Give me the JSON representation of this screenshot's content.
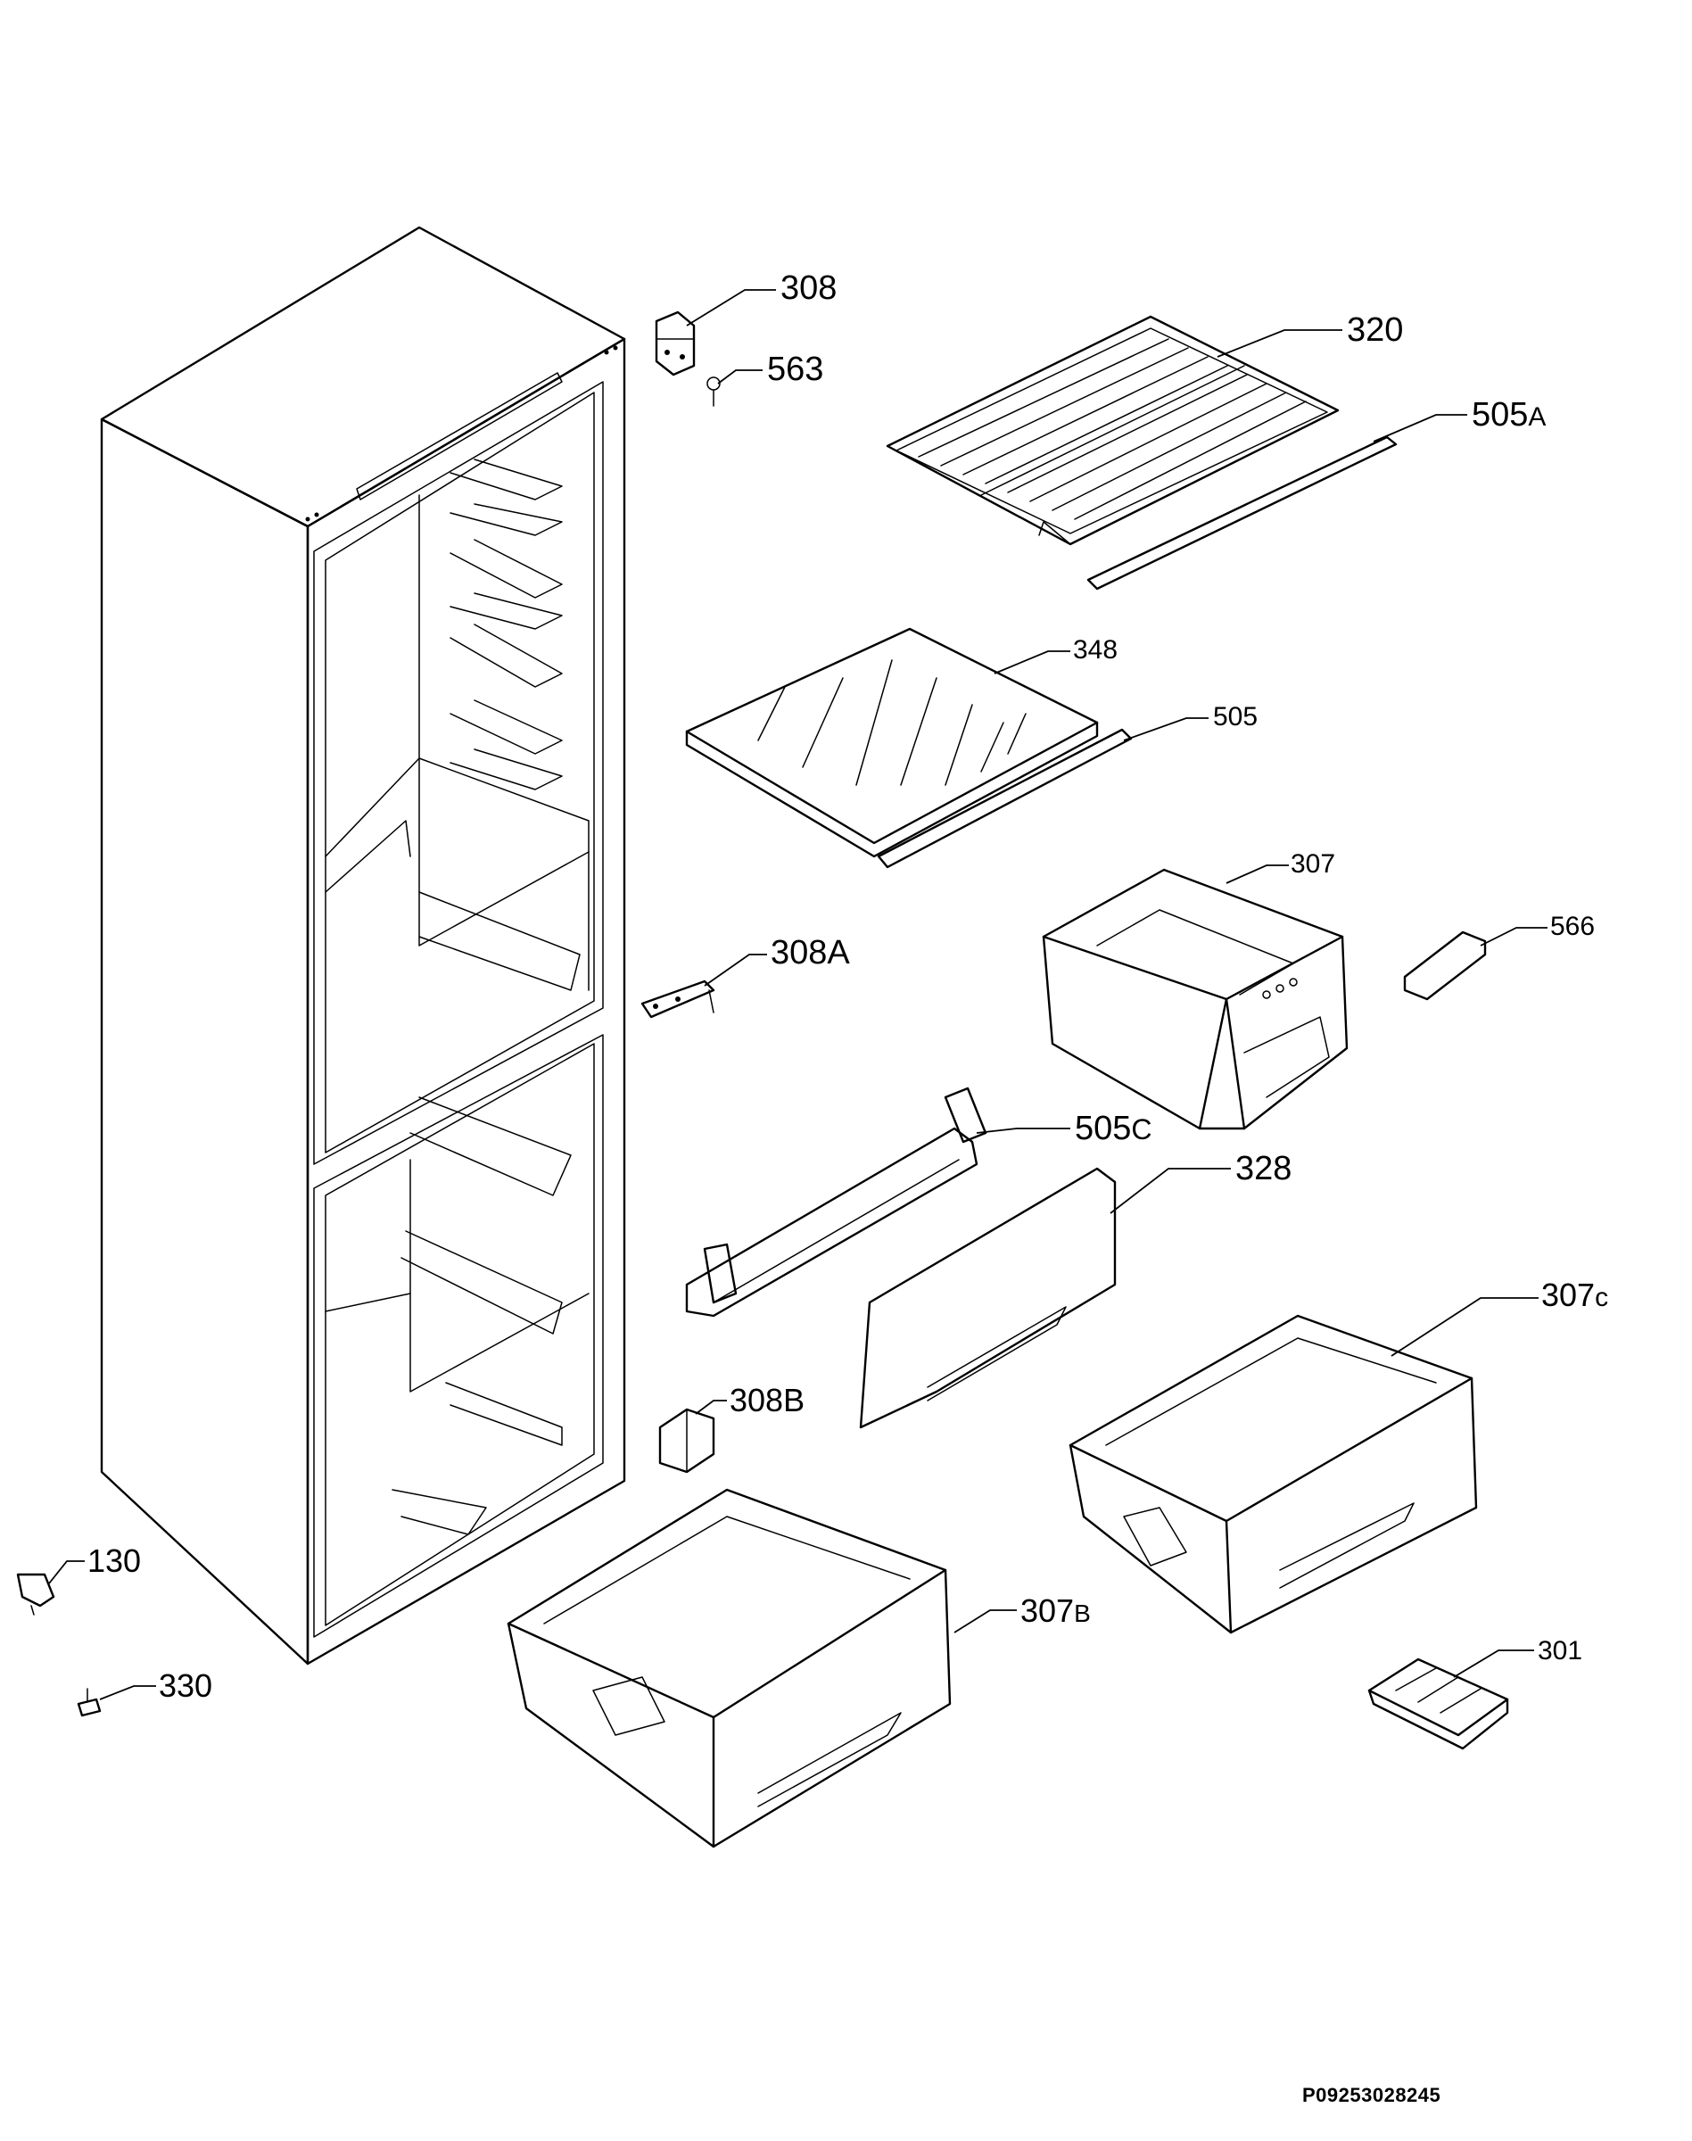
{
  "callouts": {
    "c308": "308",
    "c563": "563",
    "c320": "320",
    "c505a_num": "505",
    "c505a_suf": "A",
    "c348": "348",
    "c505": "505",
    "c307": "307",
    "c566": "566",
    "c308a": "308A",
    "c505c_num": "505",
    "c505c_suf": "C",
    "c328": "328",
    "c307c_num": "307",
    "c307c_suf": "c",
    "c308b": "308B",
    "c130": "130",
    "c307b_num": "307",
    "c307b_suf": "B",
    "c301": "301",
    "c330": "330"
  },
  "reference_code": "P09253028245"
}
